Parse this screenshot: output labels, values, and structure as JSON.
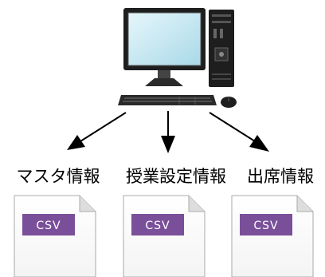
{
  "nodes": [
    {
      "label": "マスタ情報",
      "badge": "CSV"
    },
    {
      "label": "授業設定情報",
      "badge": "CSV"
    },
    {
      "label": "出席情報",
      "badge": "CSV"
    }
  ],
  "colors": {
    "badge_fill": "#7a4f9a",
    "badge_text": "#ffffff",
    "arrow": "#000000",
    "monitor_screen": "#c8e8f2",
    "computer_body": "#1e1e1e"
  },
  "icons": [
    "desktop-computer-icon",
    "keyboard-icon",
    "mouse-icon",
    "csv-file-icon"
  ]
}
